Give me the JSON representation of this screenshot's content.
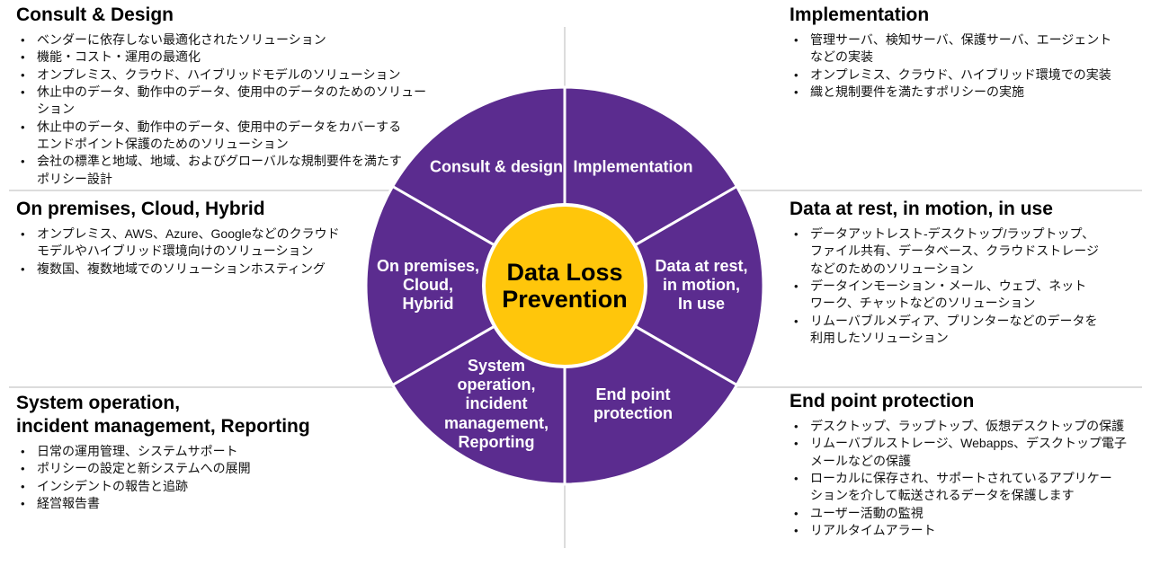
{
  "colors": {
    "purple": "#5B2C8F",
    "gold": "#FFC60B",
    "white": "#FFFFFF",
    "guide": "#DCDCDC",
    "segment_text": "#FFFFFF",
    "hub_text": "#000000",
    "body_text": "#111111"
  },
  "wheel": {
    "center_label": "Data Loss\nPrevention",
    "segments": [
      {
        "id": "consult-design",
        "label": "Consult & design",
        "start": 300,
        "end": 360
      },
      {
        "id": "implementation",
        "label": "Implementation",
        "start": 0,
        "end": 60
      },
      {
        "id": "data-at-rest",
        "label": "Data at rest,\nin motion,\nIn use",
        "start": 60,
        "end": 120
      },
      {
        "id": "end-point-protection",
        "label": "End point\nprotection",
        "start": 120,
        "end": 180
      },
      {
        "id": "system-operation",
        "label": "System\noperation,\nincident\nmanagement,\nReporting",
        "start": 180,
        "end": 240
      },
      {
        "id": "on-premises",
        "label": "On premises,\nCloud,\nHybrid",
        "start": 240,
        "end": 300
      }
    ]
  },
  "sections": {
    "consult": {
      "title": "Consult & Design",
      "bullets": [
        "ベンダーに依存しない最適化されたソリューション",
        "機能・コスト・運用の最適化",
        "オンプレミス、クラウド、ハイブリッドモデルのソリューション",
        "休止中のデータ、動作中のデータ、使用中のデータのためのソリューション",
        "休止中のデータ、動作中のデータ、使用中のデータをカバーする\nエンドポイント保護のためのソリューション",
        "会社の標準と地域、地域、およびグローバルな規制要件を満たす\nポリシー設計"
      ]
    },
    "implementation": {
      "title": "Implementation",
      "bullets": [
        "管理サーバ、検知サーバ、保護サーバ、エージェント\nなどの実装",
        "オンプレミス、クラウド、ハイブリッド環境での実装",
        "織と規制要件を満たすポリシーの実施"
      ]
    },
    "onprem": {
      "title": "On premises, Cloud, Hybrid",
      "bullets": [
        "オンプレミス、AWS、Azure、Googleなどのクラウド\nモデルやハイブリッド環境向けのソリューション",
        "複数国、複数地域でのソリューションホスティング"
      ]
    },
    "datarest": {
      "title": "Data at rest, in motion, in use",
      "bullets": [
        "データアットレスト-デスクトップ/ラップトップ、\nファイル共有、データベース、クラウドストレージ\nなどのためのソリューション",
        "データインモーション・メール、ウェブ、ネット\nワーク、チャットなどのソリューション",
        "リムーバブルメディア、プリンターなどのデータを\n利用したソリューション"
      ]
    },
    "sysop": {
      "title": "System operation,\nincident management, Reporting",
      "bullets": [
        "日常の運用管理、システムサポート",
        "ポリシーの設定と新システムへの展開",
        "インシデントの報告と追跡",
        "経営報告書"
      ]
    },
    "endpoint": {
      "title": "End point protection",
      "bullets": [
        "デスクトップ、ラップトップ、仮想デスクトップの保護",
        "リムーバブルストレージ、Webapps、デスクトップ電子\nメールなどの保護",
        "ローカルに保存され、サポートされているアプリケー\nションを介して転送されるデータを保護します",
        "ユーザー活動の監視",
        "リアルタイムアラート"
      ]
    }
  }
}
